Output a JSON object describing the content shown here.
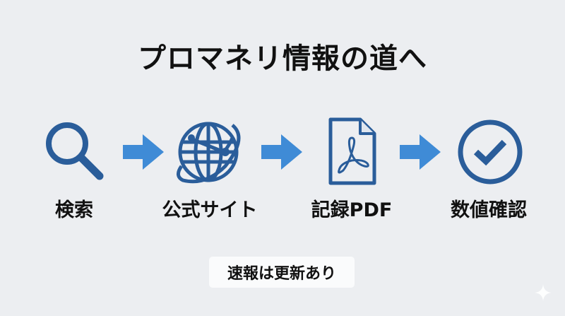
{
  "title": "プロマネリ情報の道へ",
  "colors": {
    "icon": "#2a5d9a",
    "arrow": "#3f8bd6",
    "background": "#eceef1",
    "text": "#111111",
    "badge_bg": "#fafbfc"
  },
  "steps": [
    {
      "icon": "search-icon",
      "label": "検索"
    },
    {
      "icon": "globe-icon",
      "label": "公式サイト"
    },
    {
      "icon": "pdf-document-icon",
      "label": "記録PDF"
    },
    {
      "icon": "check-circle-icon",
      "label": "数値確認"
    }
  ],
  "arrows": [
    "arrow-right-icon",
    "arrow-right-icon",
    "arrow-right-icon"
  ],
  "note": "速報は更新あり"
}
